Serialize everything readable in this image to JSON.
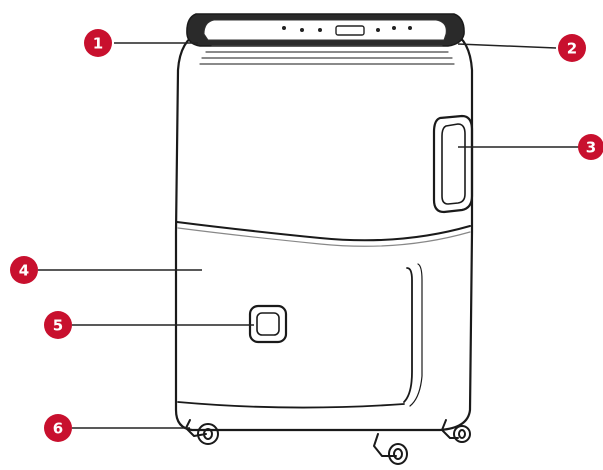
{
  "callouts": [
    {
      "number": "1"
    },
    {
      "number": "2"
    },
    {
      "number": "3"
    },
    {
      "number": "4"
    },
    {
      "number": "5"
    },
    {
      "number": "6"
    }
  ],
  "colors": {
    "badge": "#c8102e",
    "outline": "#1a1a1a",
    "leader_line": "#222222",
    "background": "#ffffff"
  }
}
